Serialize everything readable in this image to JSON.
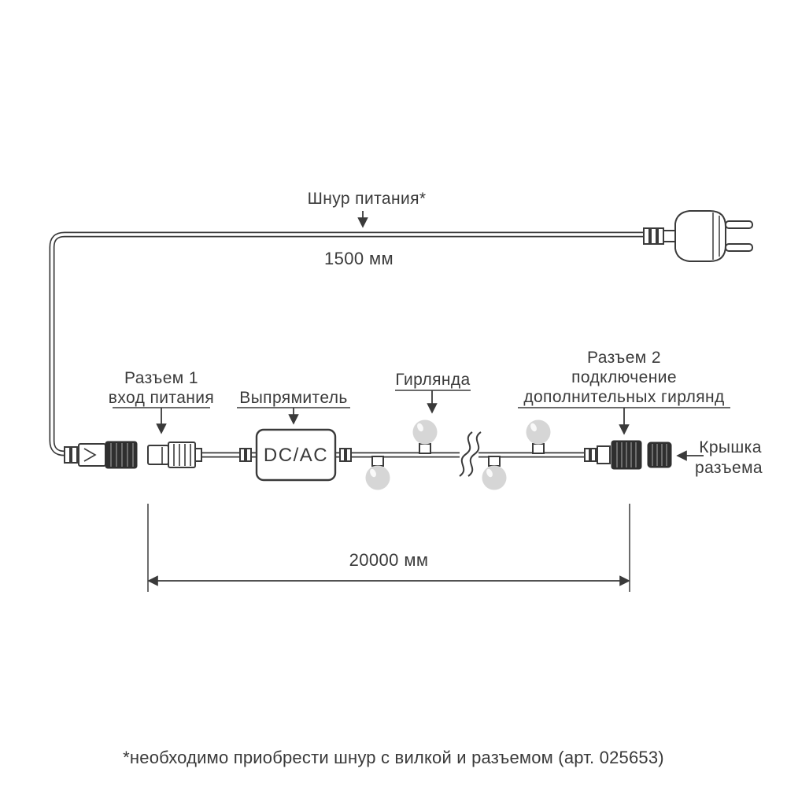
{
  "labels": {
    "power_cord": "Шнур питания*",
    "power_cord_length": "1500 мм",
    "connector1_line1": "Разъем 1",
    "connector1_line2": "вход питания",
    "rectifier": "Выпрямитель",
    "rectifier_box": "DC/AC",
    "garland": "Гирлянда",
    "connector2_line1": "Разъем 2",
    "connector2_line2": "подключение",
    "connector2_line3": "дополнительных гирлянд",
    "cap_line1": "Крышка",
    "cap_line2": "разъема",
    "garland_length": "20000 мм",
    "footnote": "*необходимо приобрести шнур с вилкой и разъемом (арт. 025653)"
  },
  "colors": {
    "line": "#3a3a3a",
    "text": "#3a3a3a",
    "connector_dark": "#2f2f2f",
    "bulb": "#d6d6d6",
    "background": "#ffffff"
  }
}
